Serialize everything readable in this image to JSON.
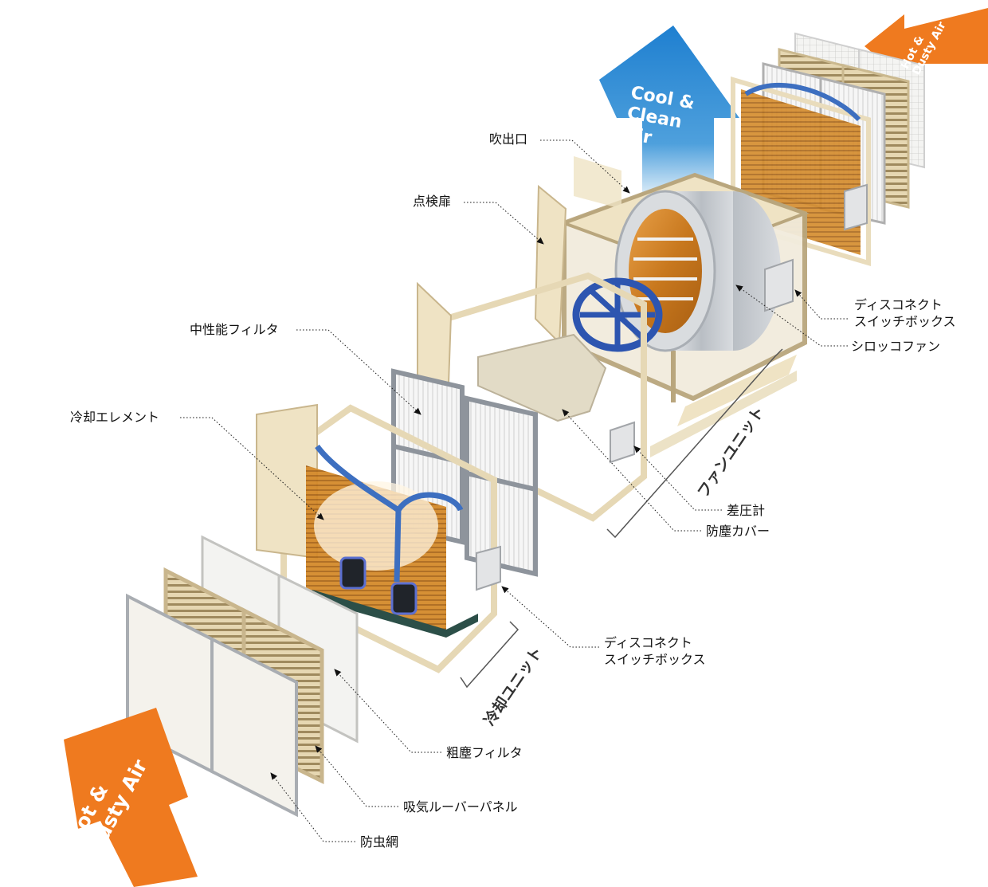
{
  "arrows": {
    "hot_in": [
      "Hot &",
      "Dusty Air"
    ],
    "hot_top": [
      "Hot &",
      "Dusty Air"
    ],
    "cool_out": [
      "Cool &",
      "Clean",
      "Air"
    ]
  },
  "labels": {
    "outlet": "吹出口",
    "inspection_door": "点検扉",
    "medium_filter": "中性能フィルタ",
    "cooling_element": "冷却エレメント",
    "disconnect_top": [
      "ディスコネクト",
      "スイッチボックス"
    ],
    "sirocco_fan": "シロッコファン",
    "pressure_gauge": "差圧計",
    "dust_cover": "防塵カバー",
    "disconnect_bottom": [
      "ディスコネクト",
      "スイッチボックス"
    ],
    "coarse_filter": "粗塵フィルタ",
    "intake_louver": "吸気ルーバーパネル",
    "insect_screen": "防虫網"
  },
  "units": {
    "fan_unit": "ファンユニット",
    "cooling_unit": "冷却ユニット"
  },
  "colors": {
    "orange": "#ef7a1f",
    "blue": "#2f8fd6",
    "frame": "#efe3c4",
    "frame_edge": "#b9a67d",
    "filter_gray": "#9aa0a8",
    "copper": "#d48a2a",
    "pipe_blue": "#3d6fc0",
    "fan_metal": "#c9cdd2"
  }
}
